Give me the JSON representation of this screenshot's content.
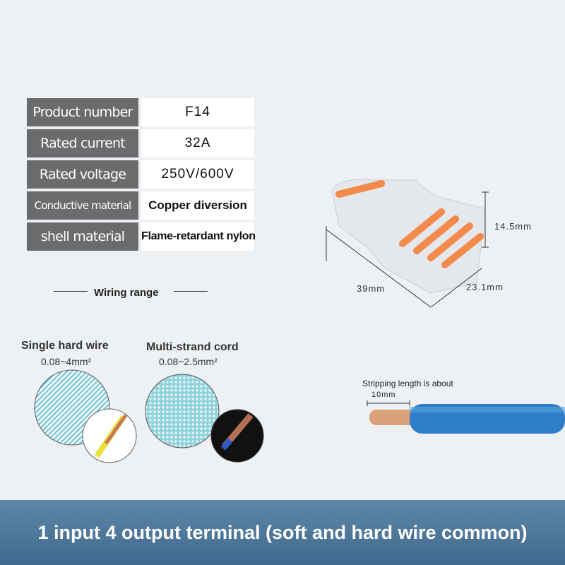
{
  "specs": [
    {
      "label": "Product number",
      "value": "F14"
    },
    {
      "label": "Rated current",
      "value": "32A"
    },
    {
      "label": "Rated voltage",
      "value": "250V/600V"
    },
    {
      "label": "Conductive material",
      "value": "Copper diversion"
    },
    {
      "label": "shell material",
      "value": "Flame-retardant nylon"
    }
  ],
  "dimensions": {
    "height": "14.5mm",
    "length": "39mm",
    "width": "23.1mm"
  },
  "wiring": {
    "title": "Wiring range",
    "single": {
      "name": "Single hard wire",
      "range": "0.08~4mm²"
    },
    "multi": {
      "name": "Multi-strand cord",
      "range": "0.08~2.5mm²"
    }
  },
  "stripping": {
    "label": "Stripping length is about",
    "length": "10mm"
  },
  "banner": "1 input 4 output terminal (soft and hard wire common)",
  "colors": {
    "label_bg": "#6a6b6d",
    "banner": "#4f7a9c",
    "orange": "#f28a4c",
    "wire_blue": "#2e7fc8"
  }
}
